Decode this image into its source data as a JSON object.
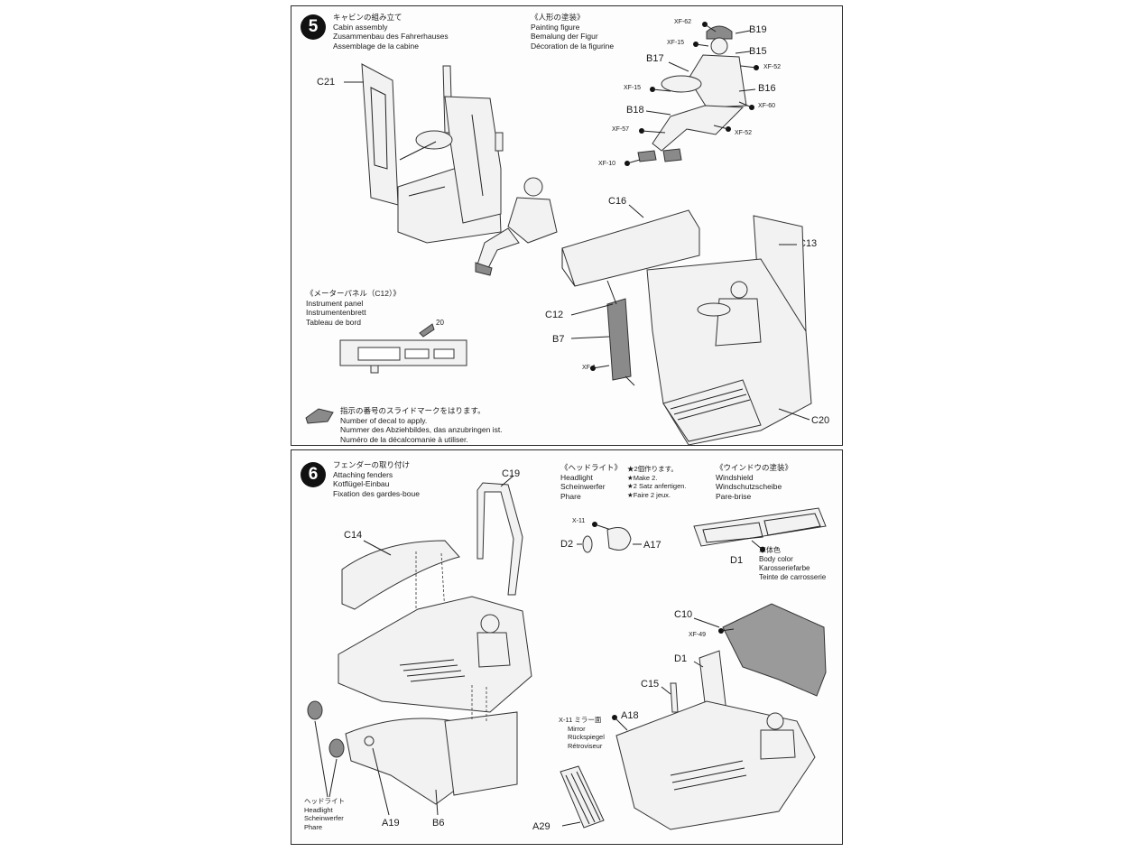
{
  "step5": {
    "number": "5",
    "title": {
      "jp": "キャビンの組み立て",
      "en": "Cabin assembly",
      "de": "Zusammenbau des Fahrerhauses",
      "fr": "Assemblage de la cabine"
    },
    "painting": {
      "jp": "《人形の塗装》",
      "en": "Painting figure",
      "de": "Bemalung der Figur",
      "fr": "Décoration de la figurine"
    },
    "figure_parts": [
      "B19",
      "B15",
      "B17",
      "B16",
      "B18"
    ],
    "figure_paints": [
      "XF-62",
      "XF-15",
      "XF-52",
      "XF-15",
      "XF-60",
      "XF-57",
      "XF-52",
      "XF-10"
    ],
    "parts": [
      "C21",
      "C16",
      "C13",
      "C12",
      "B7",
      "C20"
    ],
    "b7_paint": "XF-1",
    "instrument": {
      "jp": "《メーターパネル（C12）》",
      "en": "Instrument panel",
      "de": "Instrumentenbrett",
      "fr": "Tableau de bord",
      "decal": "20"
    },
    "decal_note": {
      "jp": "指示の番号のスライドマークをはります。",
      "en": "Number of decal to apply.",
      "de": "Nummer des Abziehbildes, das anzubringen ist.",
      "fr": "Numéro de la décalcomanie à utiliser."
    }
  },
  "step6": {
    "number": "6",
    "title": {
      "jp": "フェンダーの取り付け",
      "en": "Attaching fenders",
      "de": "Kotflügel-Einbau",
      "fr": "Fixation des gardes-boue"
    },
    "headlight": {
      "jp": "《ヘッドライト》",
      "en": "Headlight",
      "de": "Scheinwerfer",
      "fr": "Phare"
    },
    "make2": {
      "jp": "★2個作ります。",
      "en": "★Make 2.",
      "de": "★2 Satz anfertigen.",
      "fr": "★Faire 2 jeux."
    },
    "windshield": {
      "jp": "《ウインドウの塗装》",
      "en": "Windshield",
      "de": "Windschutzscheibe",
      "fr": "Pare-brise"
    },
    "body_color": {
      "jp": "車体色",
      "en": "Body color",
      "de": "Karosseriefarbe",
      "fr": "Teinte de carrosserie"
    },
    "mirror": {
      "paint": "X-11",
      "jp": "ミラー面",
      "en": "Mirror",
      "de": "Rückspiegel",
      "fr": "Rétroviseur"
    },
    "headlight_label": {
      "jp": "ヘッドライト",
      "en": "Headlight",
      "de": "Scheinwerfer",
      "fr": "Phare"
    },
    "parts": [
      "C19",
      "C14",
      "D2",
      "A17",
      "D1",
      "C10",
      "D1",
      "C15",
      "A18",
      "A19",
      "B6",
      "A29"
    ],
    "paints": [
      "X-11",
      "XF-49"
    ]
  }
}
